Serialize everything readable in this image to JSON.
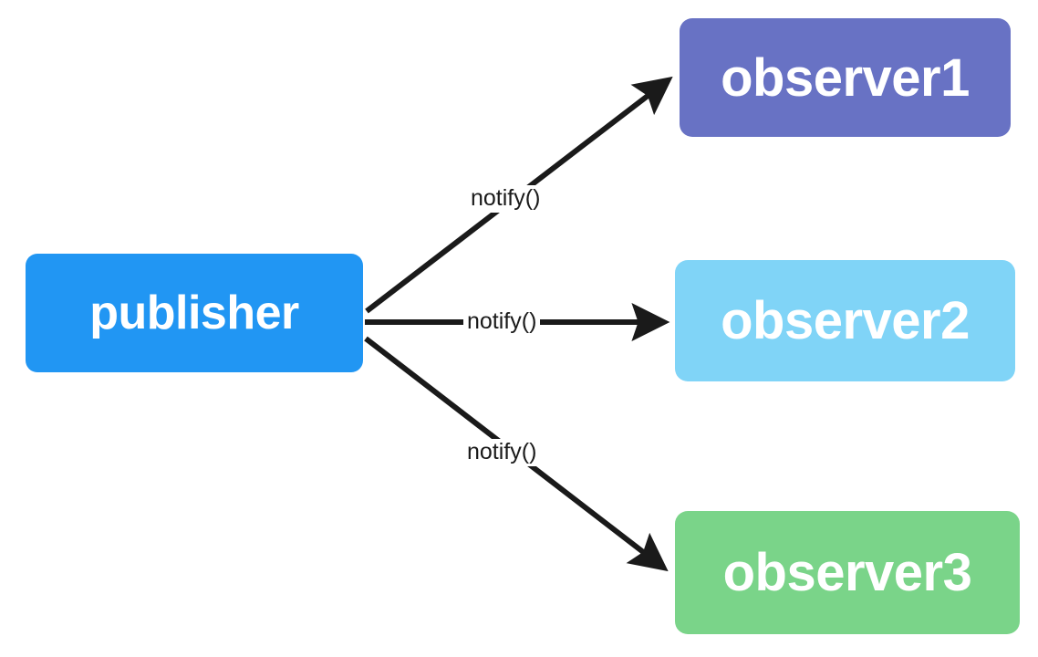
{
  "diagram": {
    "title": "Observer pattern publisher-subscriber diagram",
    "background": "#ffffff",
    "nodes": [
      {
        "id": "publisher",
        "label": "publisher",
        "color": "#2196f3",
        "text_color": "#ffffff"
      },
      {
        "id": "observer1",
        "label": "observer1",
        "color": "#6872c4",
        "text_color": "#ffffff"
      },
      {
        "id": "observer2",
        "label": "observer2",
        "color": "#80d4f7",
        "text_color": "#ffffff"
      },
      {
        "id": "observer3",
        "label": "observer3",
        "color": "#7ad489",
        "text_color": "#ffffff"
      }
    ],
    "edges": [
      {
        "id": "edge-1",
        "from": "publisher",
        "to": "observer1",
        "label": "notify()",
        "color": "#1a1a1a"
      },
      {
        "id": "edge-2",
        "from": "publisher",
        "to": "observer2",
        "label": "notify()",
        "color": "#1a1a1a"
      },
      {
        "id": "edge-3",
        "from": "publisher",
        "to": "observer3",
        "label": "notify()",
        "color": "#1a1a1a"
      }
    ]
  }
}
